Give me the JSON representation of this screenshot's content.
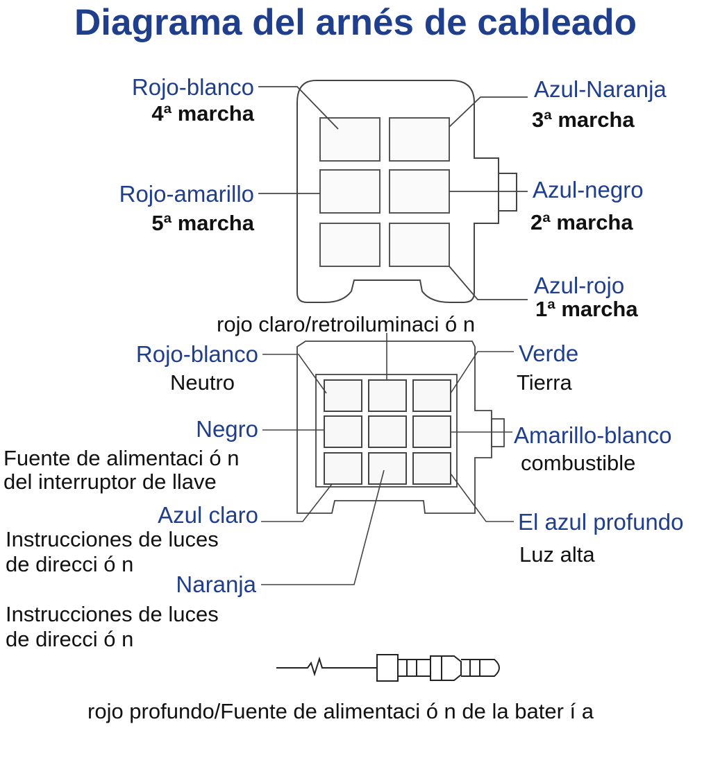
{
  "title": "Diagrama del arnés de cableado",
  "connector_top": {
    "left": [
      {
        "color": "Rojo-blanco",
        "function": "4ª marcha"
      },
      {
        "color": "Rojo-amarillo",
        "function": "5ª marcha"
      }
    ],
    "right": [
      {
        "color": "Azul-Naranja",
        "function": "3ª marcha"
      },
      {
        "color": "Azul-negro",
        "function": "2ª marcha"
      },
      {
        "color": "Azul-rojo",
        "function": "1ª marcha"
      }
    ]
  },
  "connector_bottom": {
    "top_center": "rojo claro/retroiluminaci ó n",
    "left": [
      {
        "color": "Rojo-blanco",
        "function": "Neutro"
      },
      {
        "color": "Negro",
        "function_line1": "Fuente de alimentaci ó n",
        "function_line2": "del interruptor de llave"
      },
      {
        "color": "Azul claro",
        "function_line1": "Instrucciones de luces",
        "function_line2": "de direcci ó n"
      },
      {
        "color": "Naranja",
        "function_line1": "Instrucciones de luces",
        "function_line2": "de direcci ó n"
      }
    ],
    "right": [
      {
        "color": "Verde",
        "function": "Tierra"
      },
      {
        "color": "Amarillo-blanco",
        "function": "combustible"
      },
      {
        "color": "El azul profundo",
        "function": "Luz alta"
      }
    ]
  },
  "battery_wire": {
    "label": "rojo profundo/Fuente de alimentaci ó n de la bater í a"
  }
}
